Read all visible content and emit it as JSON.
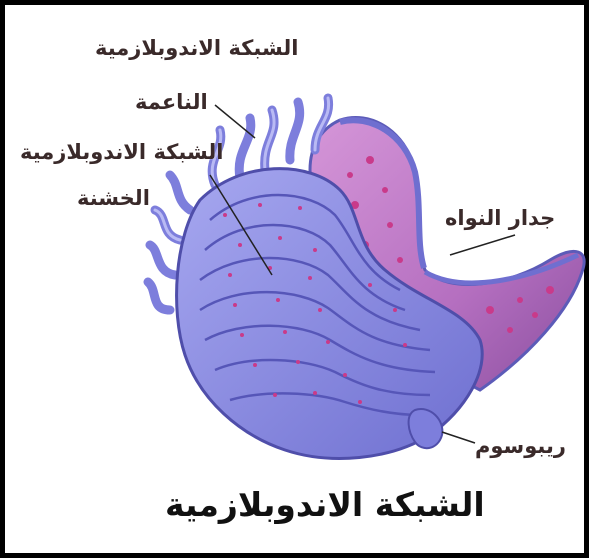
{
  "diagram": {
    "title": "الشبكة الاندوبلازمية",
    "labels": {
      "smooth_er_line1": "الشبكة الاندوبلازمية",
      "smooth_er_line2": "الناعمة",
      "rough_er_line1": "الشبكة الاندوبلازمية",
      "rough_er_line2": "الخشنة",
      "nuclear_envelope": "جدار النواه",
      "ribosome": "ريبوسوم"
    },
    "colors": {
      "membrane": "#8d8ee6",
      "membrane_dark": "#5c5bb8",
      "nucleus": "#c784cf",
      "nucleus_dark": "#9a3f9a",
      "ribosome_dot": "#c93a8a",
      "border": "#000000"
    }
  }
}
